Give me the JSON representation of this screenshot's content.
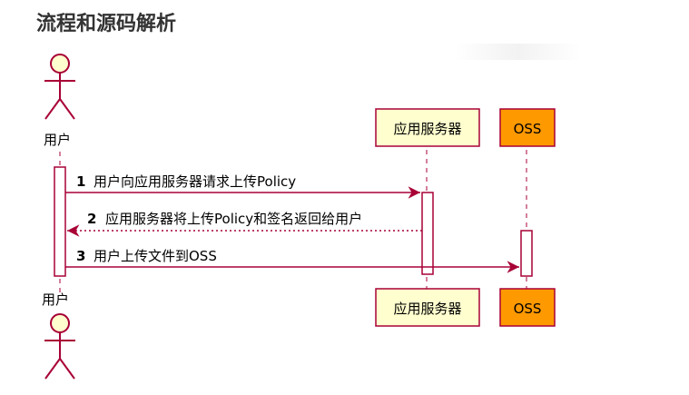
{
  "title": "流程和源码解析",
  "participants": {
    "user": "用户",
    "server": "应用服务器",
    "oss": "OSS"
  },
  "messages": [
    {
      "num": "1",
      "text": "用户向应用服务器请求上传Policy"
    },
    {
      "num": "2",
      "text": "应用服务器将上传Policy和签名返回给用户"
    },
    {
      "num": "3",
      "text": "用户上传文件到OSS"
    }
  ],
  "colors": {
    "line": "#a80036",
    "participant_fill": "#fefece",
    "oss_fill": "#ff9900",
    "activation_fill": "#ffffff"
  }
}
